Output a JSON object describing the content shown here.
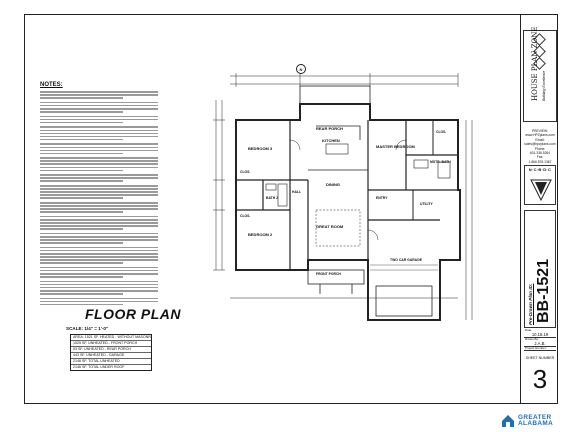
{
  "notes": {
    "title": "NOTES:"
  },
  "title_block": {
    "title": "FLOOR PLAN",
    "scale": "SCALE: 1/4\" = 1'-0\"",
    "areas": [
      "AREA: 1521 SF. HEATED - WITHOUT MASONRY",
      "1525 SF. UNHEATED - FRONT PORCH",
      "93 SF. UNHEATED - REAR PORCH",
      "443 SF. UNHEATED - GARAGE",
      "2146 SF. TOTAL UNHEATED",
      "2146 SF. TOTAL UNDER ROOF"
    ]
  },
  "plan": {
    "north": "N",
    "rooms": {
      "rear_porch": "REAR PORCH",
      "kitchen": "KITCHEN",
      "bedroom3": "BEDROOM 3",
      "master_bedroom": "MASTER BEDROOM",
      "closet1": "CLOS.",
      "closet2": "CLOS.",
      "closet3": "CLOS.",
      "bath2": "BATH 2",
      "hall": "HALL",
      "dining": "DINING",
      "mstr_bath": "MSTR. BATH",
      "entry": "ENTRY",
      "utility": "UTILITY",
      "bedroom2": "BEDROOM 2",
      "great_room": "GREAT ROOM",
      "two_car_garage": "TWO CAR GARAGE",
      "front_porch": "FRONT PORCH"
    }
  },
  "right_panel": {
    "logo_title": "HOUSE PLAN ZONE",
    "logo_subtitle": "Building Excellence",
    "contact": [
      "PREVIEW:",
      "www.HPZplans.com",
      "Email:",
      "sales@hpzplans.com",
      "Phone:",
      "601.336.5264",
      "Fax:",
      "1.866.576.1367"
    ],
    "badge": "N·C·B·D·C",
    "plan_id_label": "Pre-Drawn Plan ID:",
    "plan_id": "BB-1521",
    "date_label": "Date:",
    "date": "10.18.19",
    "drawn_label": "Drawn By:",
    "drawn_by": "J.A.B.",
    "project_label": "Project Number:",
    "project_number": "",
    "sheet_label": "SHEET NUMBER",
    "sheet_number": "3"
  },
  "watermark": {
    "line1": "GREATER",
    "line2": "ALABAMA"
  },
  "colors": {
    "ink": "#111111",
    "watermark": "#1f6fb5"
  }
}
